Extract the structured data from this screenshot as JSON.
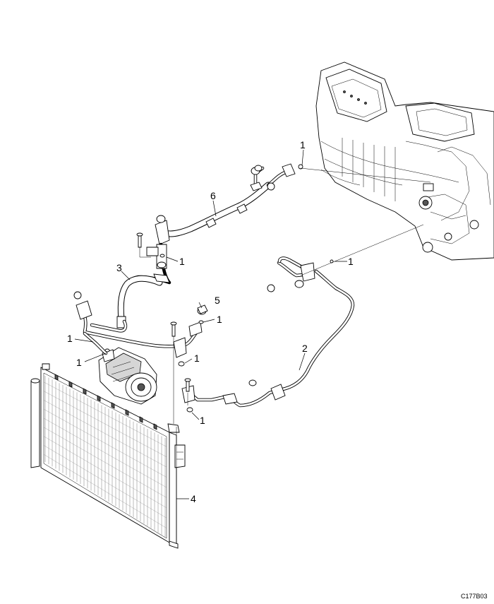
{
  "diagram": {
    "callouts": [
      {
        "id": "c-1-a",
        "text": "1"
      },
      {
        "id": "c-6",
        "text": "6"
      },
      {
        "id": "c-1-b",
        "text": "1"
      },
      {
        "id": "c-3",
        "text": "3"
      },
      {
        "id": "c-1-c",
        "text": "1"
      },
      {
        "id": "c-5",
        "text": "5"
      },
      {
        "id": "c-1-d",
        "text": "1"
      },
      {
        "id": "c-1-e",
        "text": "1"
      },
      {
        "id": "c-1-f",
        "text": "1"
      },
      {
        "id": "c-2",
        "text": "2"
      },
      {
        "id": "c-1-g",
        "text": "1"
      },
      {
        "id": "c-1-h",
        "text": "1"
      },
      {
        "id": "c-4",
        "text": "4"
      }
    ],
    "figure_id": "C177B03"
  }
}
